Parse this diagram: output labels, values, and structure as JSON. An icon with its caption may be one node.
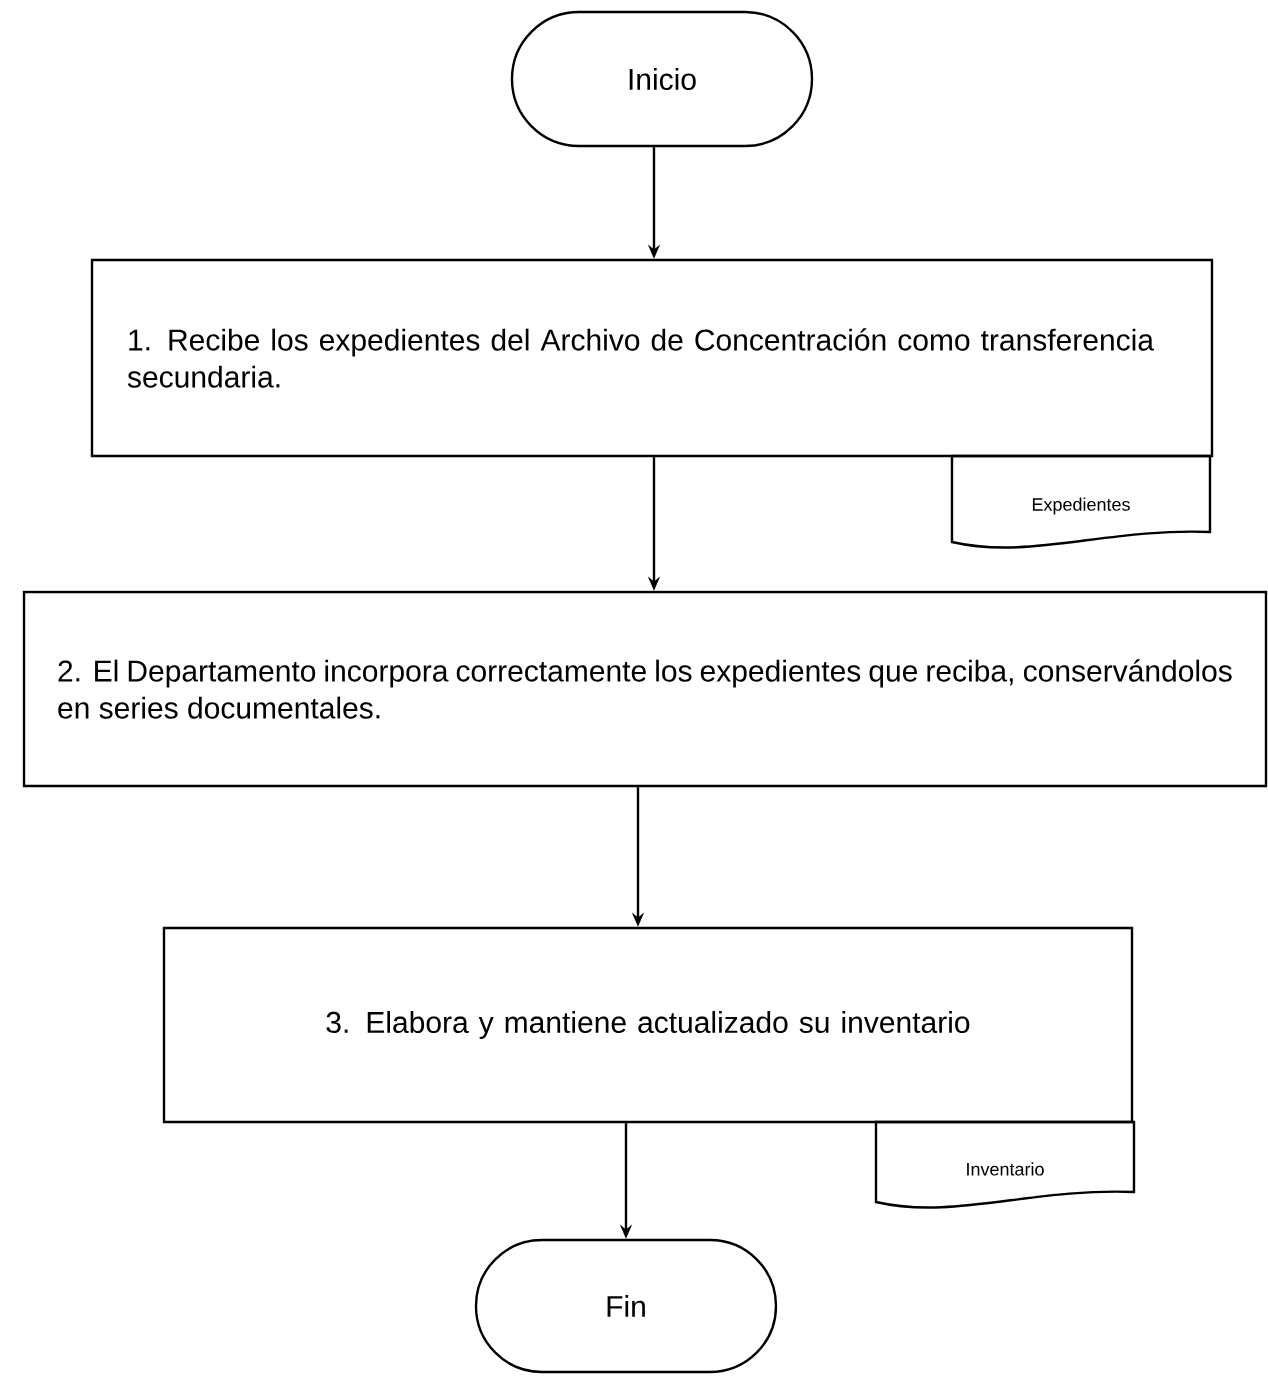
{
  "diagram": {
    "nodes": [
      {
        "text": [
          "Inicio"
        ]
      },
      {
        "text": [
          "1. Recibe los expedientes del Archivo de Concentración como transferencia secundaria."
        ]
      },
      {
        "text": [
          "Expedientes"
        ]
      },
      {
        "text": [
          "2. El Departamento incorpora correctamente los expedientes que reciba, conservándolos en series documentales."
        ]
      },
      {
        "text": [
          "3. Elabora y mantiene actualizado su inventario"
        ]
      },
      {
        "text": [
          "Inventario"
        ]
      },
      {
        "text": [
          "Fin"
        ]
      }
    ],
    "edges": [
      {
        "from": 0,
        "to": 1,
        "arrow": "to"
      },
      {
        "from": 1,
        "to": 3,
        "arrow": "to"
      },
      {
        "from": 3,
        "to": 4,
        "arrow": "to"
      },
      {
        "from": 4,
        "to": 6,
        "arrow": "to"
      }
    ]
  }
}
